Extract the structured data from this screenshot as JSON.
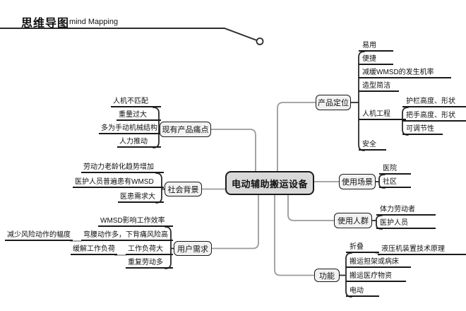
{
  "title": {
    "cn": "思维导图",
    "en": "mind Mapping"
  },
  "root": "电动辅助搬运设备",
  "branches": {
    "pain": {
      "label": "现有产品痛点",
      "items": [
        "人机不匹配",
        "重量过大",
        "多为手动机械结构",
        "人力推动"
      ]
    },
    "social": {
      "label": "社会背景",
      "items": [
        "劳动力老龄化趋势增加",
        "医护人员普遍患有WMSD",
        "医患需求大"
      ]
    },
    "needs": {
      "label": "用户需求",
      "items": [
        "WMSD影响工作效率",
        "弯腰动作多，下背痛风险高",
        "工作负荷大",
        "重复劳动多"
      ],
      "subs": [
        "减少风险动作的幅度",
        "缓解工作负荷"
      ]
    },
    "positioning": {
      "label": "产品定位",
      "items": [
        "易用",
        "便捷",
        "减缓WMSD的发生机率",
        "造型简洁",
        "人机工程",
        "安全"
      ],
      "ergonomics_subs": [
        "护栏高度、形状",
        "把手高度、形状",
        "可调节性"
      ]
    },
    "scenes": {
      "label": "使用场景",
      "items": [
        "医院",
        "社区"
      ]
    },
    "users": {
      "label": "使用人群",
      "items": [
        "体力劳动者",
        "医护人员"
      ]
    },
    "functions": {
      "label": "功能",
      "items": [
        "折叠",
        "搬运担架或病床",
        "搬运医疗物资",
        "电动"
      ],
      "subs": [
        "液压机装置技术原理"
      ]
    }
  },
  "colors": {
    "root_fill": "#d9d9d9",
    "node_fill": "#f2f2f2",
    "node_border": "#1a1a1a",
    "underline": "#1a1a1a",
    "connector": "#9b9b9b",
    "bracket": "#2a2a2a",
    "text": "#111111"
  }
}
